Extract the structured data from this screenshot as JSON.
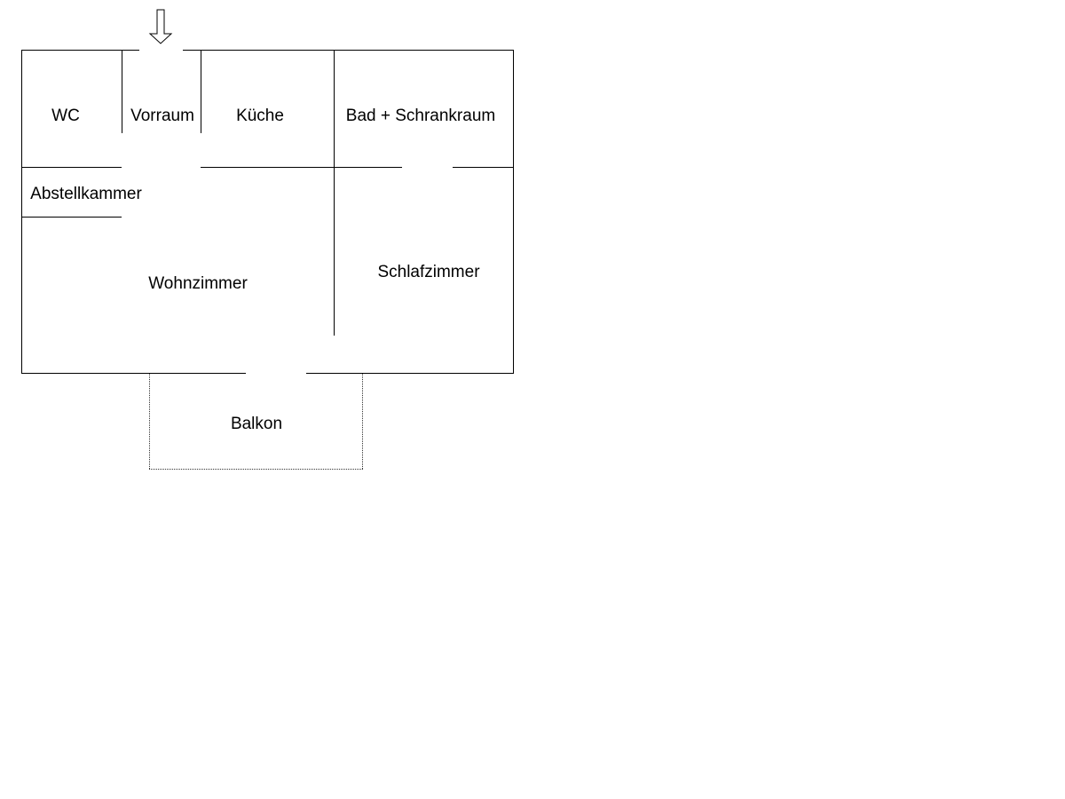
{
  "colors": {
    "background": "#ffffff",
    "walls": "#000000",
    "balcony_outline": "#333333"
  },
  "entrance": {
    "icon": "down-arrow-icon"
  },
  "rooms": {
    "wc": "WC",
    "vorraum": "Vorraum",
    "kueche": "Küche",
    "bad": "Bad + Schrankraum",
    "abstellkammer": "Abstellkammer",
    "wohnzimmer": "Wohnzimmer",
    "schlafzimmer": "Schlafzimmer",
    "balkon": "Balkon"
  }
}
